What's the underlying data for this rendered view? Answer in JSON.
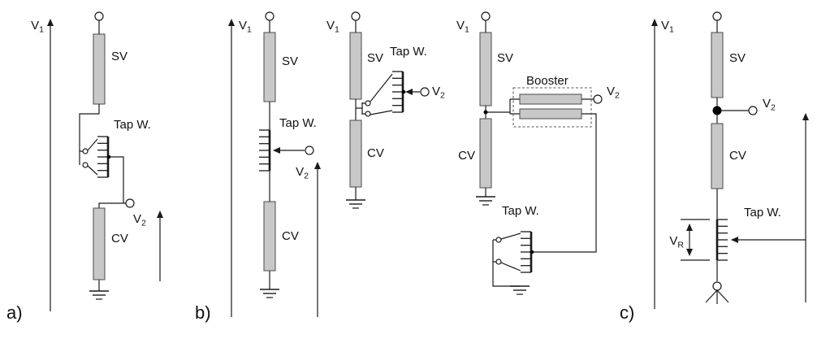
{
  "figure": {
    "background": "#ffffff",
    "line_color": "#1a1a1a",
    "winding_fill": "#c8c8c8",
    "winding_stroke": "#4a4a4a"
  },
  "labels": {
    "panel_a": "a)",
    "panel_b": "b)",
    "panel_c": "c)",
    "series_winding": "SV",
    "common_winding": "CV",
    "tap_winding": "Tap W.",
    "booster": "Booster",
    "v": "V",
    "sub_1": "1",
    "sub_2": "2",
    "sub_r": "R"
  }
}
